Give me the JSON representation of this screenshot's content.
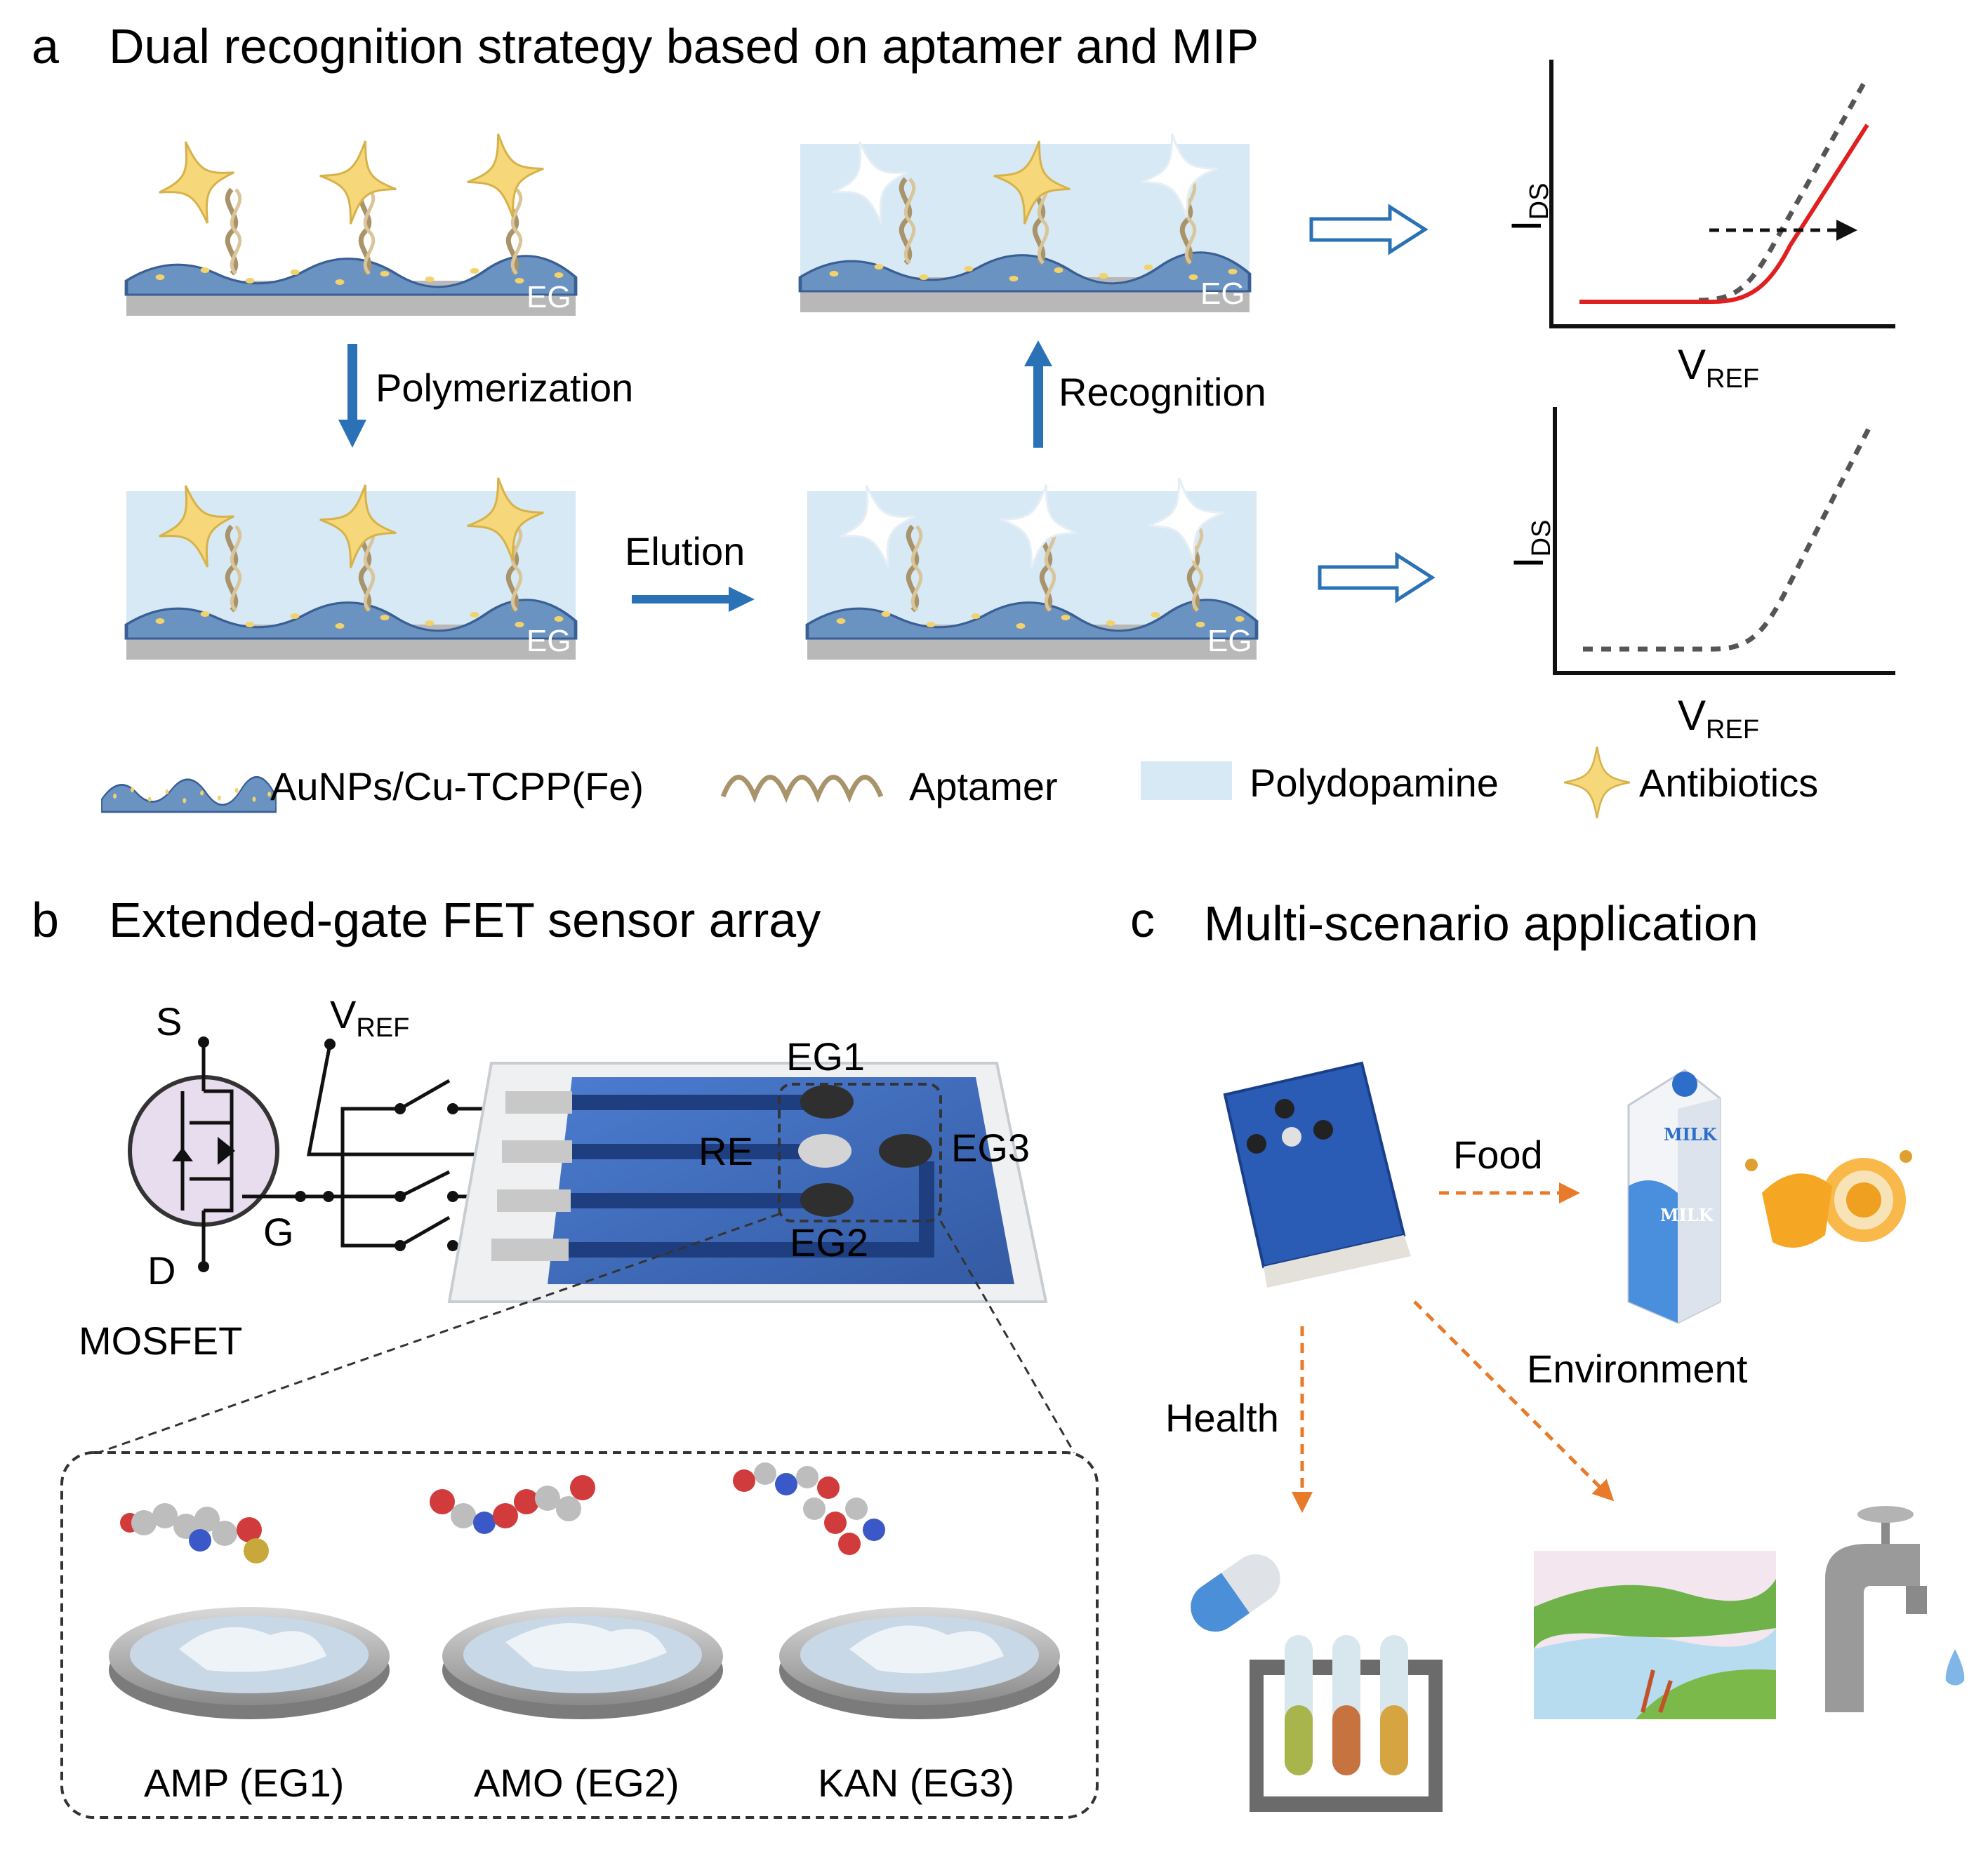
{
  "panel_a": {
    "letter": "a",
    "title": "Dual recognition strategy based on aptamer and MIP",
    "eg_label": "EG",
    "step_polymerization": "Polymerization",
    "step_elution": "Elution",
    "step_recognition": "Recognition",
    "axis_y_main": "I",
    "axis_y_sub": "DS",
    "axis_x_main": "V",
    "axis_x_sub": "REF",
    "legend": {
      "substrate": "AuNPs/Cu-TCPP(Fe)",
      "aptamer": "Aptamer",
      "polymer": "Polydopamine",
      "antibiotics": "Antibiotics"
    }
  },
  "panel_b": {
    "letter": "b",
    "title": "Extended-gate FET sensor array",
    "mosfet_label": "MOSFET",
    "terminal_s": "S",
    "terminal_d": "D",
    "terminal_g": "G",
    "vref_main": "V",
    "vref_sub": "REF",
    "electrodes": [
      "EG1",
      "RE",
      "EG3",
      "EG2"
    ],
    "wells": [
      "AMP (EG1)",
      "AMO (EG2)",
      "KAN (EG3)"
    ]
  },
  "panel_c": {
    "letter": "c",
    "title": "Multi-scenario application",
    "food": "Food",
    "health": "Health",
    "environment": "Environment",
    "milk_top": "MILK",
    "milk_mid": "MILK"
  },
  "colors": {
    "blue_arrow": "#2a72b5",
    "curve_red": "#e02020",
    "orange_dash": "#e87a2a",
    "chip_blue": "#2f5fb8",
    "polymer_fill": "#d6e9f5",
    "star": "#f6d77a"
  }
}
